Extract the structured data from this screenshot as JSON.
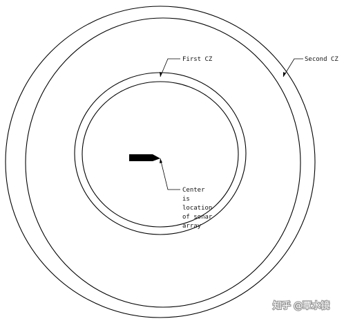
{
  "diagram": {
    "labels": {
      "first_cz": "First CZ",
      "second_cz": "Second CZ",
      "center_lines": [
        "Center",
        "is",
        "location",
        "of sonar",
        "array"
      ]
    },
    "watermark": "知乎 @覃水镜"
  }
}
